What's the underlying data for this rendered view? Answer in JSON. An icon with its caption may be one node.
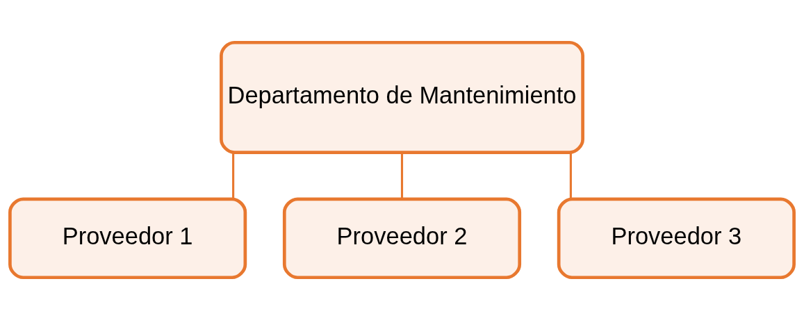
{
  "diagram": {
    "nodes": [
      {
        "text": [
          "Departamento de Mantenimiento"
        ]
      },
      {
        "text": [
          "Proveedor 1"
        ]
      },
      {
        "text": [
          "Proveedor 2"
        ]
      },
      {
        "text": [
          "Proveedor 3"
        ]
      }
    ],
    "edges": [
      {
        "from": 0,
        "to": 1,
        "arrow": "none"
      },
      {
        "from": 0,
        "to": 2,
        "arrow": "none"
      },
      {
        "from": 0,
        "to": 3,
        "arrow": "none"
      }
    ]
  }
}
